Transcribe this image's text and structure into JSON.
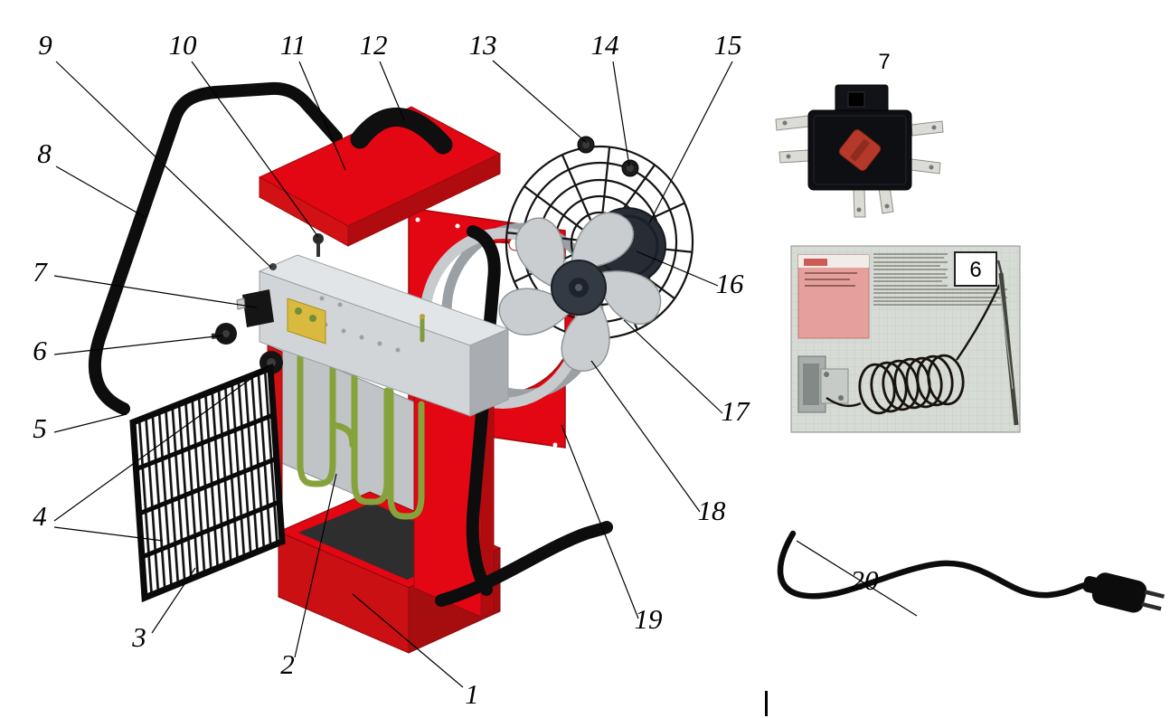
{
  "figure": {
    "kind": "exploded-parts-diagram",
    "callouts": [
      "1",
      "2",
      "3",
      "4",
      "5",
      "6",
      "7",
      "8",
      "9",
      "10",
      "11",
      "12",
      "13",
      "14",
      "15",
      "16",
      "17",
      "18",
      "19",
      "20"
    ]
  },
  "insets": {
    "switch_label": "7",
    "thermostat_label": "6"
  },
  "colors": {
    "body_red": "#e30613",
    "body_red_dark": "#a50d0f",
    "body_red_mid": "#c00f12",
    "heating_element_green": "#86a23b",
    "panel_gray": "#d2d5d8",
    "line_black": "#111111"
  }
}
